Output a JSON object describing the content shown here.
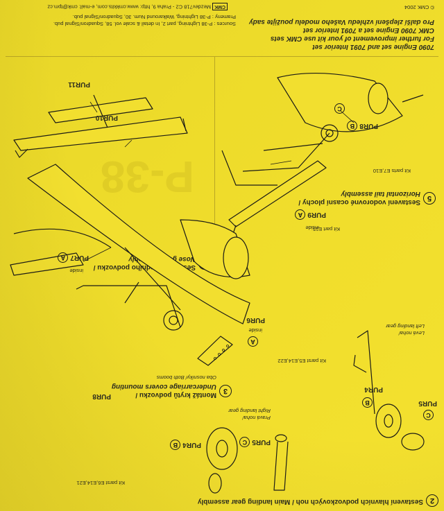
{
  "header": {
    "logo": "CMK",
    "catalog_code": "Mezdev718 C2 - Praha 9",
    "contact": "http: www.cmkkits.com, e-mail: cmk@tpm.cz",
    "copyright": "© CMK 2004",
    "sources_line1": "Prameny : P-38 Lightning, Walkaround Num. 30, Squadron/Signal pub.",
    "sources_line2": "Sources : P-38 Lightning, part 2, In detail & scale vol. 58, Squadron/Signal pub."
  },
  "notes": {
    "czech": "Pro další zlepšení vzhledu Vašeho modelu použijte sady",
    "czech2": "CMK 7090 Engine set a 7091 Interior set",
    "english": "For further improvement of your kit use CMK sets",
    "english2": "7090 Engine set and 7091 Interior set"
  },
  "steps": [
    {
      "num": "5",
      "title_cz": "Sestavení vodorovné ocasní plochy /",
      "title_en": "Horizontal tail assembly"
    },
    {
      "num": "4",
      "title_cz": "Sestavení předního podvozku /",
      "title_en": "Nose gear assembly"
    },
    {
      "num": "3",
      "title_cz": "Montáž krytů podvozku /",
      "title_en": "Undercarriage covers mounting",
      "sub_cz": "Oba nosníky/ Both booms"
    },
    {
      "num": "2",
      "title": "Sestavení hlavních podvozkových noh / Main landing gear assembly"
    }
  ],
  "labels": {
    "pur10": "PUR10",
    "pur11": "PUR11",
    "pur7": "PUR7",
    "pur6": "PUR6",
    "pur9": "PUR9",
    "pur8": "PUR8",
    "pur8b": "PUR8",
    "pur4": "PUR4",
    "pur4b": "PUR4",
    "pur5": "PUR5",
    "pur5b": "PUR5",
    "inside": "inside",
    "inside2": "inside",
    "inside3": "inside",
    "badge_a": "A",
    "badge_b": "B",
    "badge_c": "C",
    "kit_e7": "Kit parts E7,E10",
    "kit_e15": "Kit part E15",
    "kit_e5_a": "Kit parst E5,E14,E22",
    "kit_e6": "Kit parst E6,E14,E21",
    "leva_noha": "Levá noha/",
    "left_gear": "Left landing gear",
    "prava_noha": "Pravá noha/",
    "right_gear": "Right landing gear",
    "watermark": "P-38"
  }
}
